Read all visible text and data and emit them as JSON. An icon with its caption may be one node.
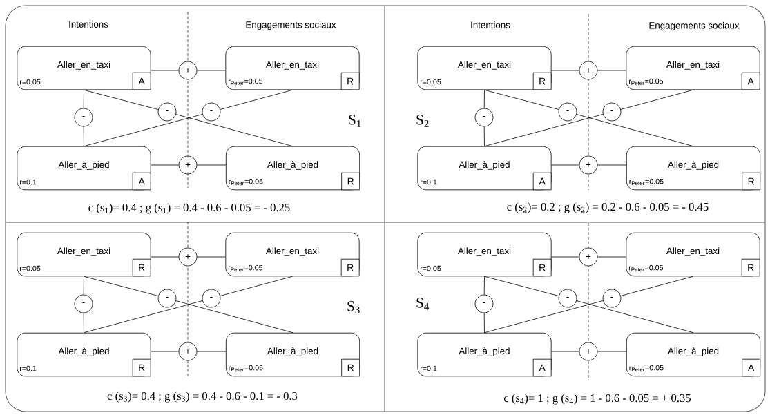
{
  "diagram": {
    "nodes": [
      {
        "text": [
          "Aller_en_taxi",
          "r=0.05"
        ]
      },
      {
        "text": [
          "A"
        ],
        "in": 0
      },
      {
        "text": [
          "Aller_en_taxi",
          "r$_{Peter}$=0.05"
        ]
      },
      {
        "text": [
          "R"
        ],
        "in": 2
      },
      {
        "text": [
          "Aller_à_pied",
          "r=0.1"
        ]
      },
      {
        "text": [
          "A"
        ],
        "in": 4
      },
      {
        "text": [
          "Aller_à_pied",
          "r$_{Peter}$=0.05"
        ]
      },
      {
        "text": [
          "R"
        ],
        "in": 6
      },
      {
        "text": [
          "+"
        ]
      },
      {
        "text": [
          "-"
        ]
      },
      {
        "text": [
          "-"
        ]
      },
      {
        "text": [
          "-"
        ]
      },
      {
        "text": [
          "+"
        ]
      },
      {
        "text": [
          "Aller_en_taxi",
          "r=0.05"
        ]
      },
      {
        "text": [
          "R"
        ],
        "in": 13
      },
      {
        "text": [
          "Aller_en_taxi",
          "r$_{Peter}$=0.05"
        ]
      },
      {
        "text": [
          "A"
        ],
        "in": 15
      },
      {
        "text": [
          "Aller_à_pied",
          "r=0.1"
        ]
      },
      {
        "text": [
          "A"
        ],
        "in": 17
      },
      {
        "text": [
          "Aller_à_pied",
          "r$_{Peter}$=0.05"
        ]
      },
      {
        "text": [
          "R"
        ],
        "in": 19
      },
      {
        "text": [
          "+"
        ]
      },
      {
        "text": [
          "-"
        ]
      },
      {
        "text": [
          "-"
        ]
      },
      {
        "text": [
          "-"
        ]
      },
      {
        "text": [
          "+"
        ]
      },
      {
        "text": [
          "Aller_en_taxi",
          "r=0.05"
        ]
      },
      {
        "text": [
          "R"
        ],
        "in": 26
      },
      {
        "text": [
          "Aller_en_taxi",
          "r$_{Peter}$=0.05"
        ]
      },
      {
        "text": [
          "R"
        ],
        "in": 28
      },
      {
        "text": [
          "Aller_à_pied",
          "r=0.1"
        ]
      },
      {
        "text": [
          "R"
        ],
        "in": 30
      },
      {
        "text": [
          "Aller_à_pied",
          "r$_{Peter}$=0.05"
        ]
      },
      {
        "text": [
          "R"
        ],
        "in": 32
      },
      {
        "text": [
          "+"
        ]
      },
      {
        "text": [
          "-"
        ]
      },
      {
        "text": [
          "-"
        ]
      },
      {
        "text": [
          "-"
        ]
      },
      {
        "text": [
          "+"
        ]
      },
      {
        "text": [
          "Aller_en_taxi",
          "r=0.05"
        ]
      },
      {
        "text": [
          "R"
        ],
        "in": 39
      },
      {
        "text": [
          "Aller_en_taxi",
          "r$_{Peter}$=0.05"
        ]
      },
      {
        "text": [
          "R"
        ],
        "in": 41
      },
      {
        "text": [
          "Aller_à_pied",
          "r=0.1"
        ]
      },
      {
        "text": [
          "A"
        ],
        "in": 43
      },
      {
        "text": [
          "Aller_à_pied",
          "r$_{Peter}$=0.05"
        ]
      },
      {
        "text": [
          "A"
        ],
        "in": 45
      },
      {
        "text": [
          "+"
        ]
      },
      {
        "text": [
          "-"
        ]
      },
      {
        "text": [
          "-"
        ]
      },
      {
        "text": [
          "-"
        ]
      },
      {
        "text": [
          "+"
        ]
      }
    ],
    "edges": [
      {
        "from": 0,
        "to": 8,
        "arrow": "none"
      },
      {
        "from": 8,
        "to": 2,
        "arrow": "none"
      },
      {
        "from": 0,
        "to": 9,
        "arrow": "none"
      },
      {
        "from": 9,
        "to": 4,
        "arrow": "none"
      },
      {
        "from": 0,
        "to": 10,
        "arrow": "none"
      },
      {
        "from": 10,
        "to": 6,
        "arrow": "none"
      },
      {
        "from": 4,
        "to": 11,
        "arrow": "none"
      },
      {
        "from": 11,
        "to": 2,
        "arrow": "none"
      },
      {
        "from": 4,
        "to": 12,
        "arrow": "none"
      },
      {
        "from": 12,
        "to": 6,
        "arrow": "none"
      },
      {
        "from": 13,
        "to": 21,
        "arrow": "none"
      },
      {
        "from": 21,
        "to": 15,
        "arrow": "none"
      },
      {
        "from": 13,
        "to": 22,
        "arrow": "none"
      },
      {
        "from": 22,
        "to": 17,
        "arrow": "none"
      },
      {
        "from": 13,
        "to": 23,
        "arrow": "none"
      },
      {
        "from": 23,
        "to": 19,
        "arrow": "none"
      },
      {
        "from": 17,
        "to": 24,
        "arrow": "none"
      },
      {
        "from": 24,
        "to": 15,
        "arrow": "none"
      },
      {
        "from": 17,
        "to": 25,
        "arrow": "none"
      },
      {
        "from": 25,
        "to": 19,
        "arrow": "none"
      },
      {
        "from": 26,
        "to": 34,
        "arrow": "none"
      },
      {
        "from": 34,
        "to": 28,
        "arrow": "none"
      },
      {
        "from": 26,
        "to": 35,
        "arrow": "none"
      },
      {
        "from": 35,
        "to": 30,
        "arrow": "none"
      },
      {
        "from": 26,
        "to": 36,
        "arrow": "none"
      },
      {
        "from": 36,
        "to": 32,
        "arrow": "none"
      },
      {
        "from": 30,
        "to": 37,
        "arrow": "none"
      },
      {
        "from": 37,
        "to": 28,
        "arrow": "none"
      },
      {
        "from": 30,
        "to": 38,
        "arrow": "none"
      },
      {
        "from": 38,
        "to": 32,
        "arrow": "none"
      },
      {
        "from": 39,
        "to": 47,
        "arrow": "none"
      },
      {
        "from": 47,
        "to": 41,
        "arrow": "none"
      },
      {
        "from": 39,
        "to": 48,
        "arrow": "none"
      },
      {
        "from": 48,
        "to": 43,
        "arrow": "none"
      },
      {
        "from": 39,
        "to": 49,
        "arrow": "none"
      },
      {
        "from": 49,
        "to": 45,
        "arrow": "none"
      },
      {
        "from": 43,
        "to": 50,
        "arrow": "none"
      },
      {
        "from": 50,
        "to": 41,
        "arrow": "none"
      },
      {
        "from": 43,
        "to": 51,
        "arrow": "none"
      },
      {
        "from": 51,
        "to": 45,
        "arrow": "none"
      }
    ],
    "labels": [
      "Intentions",
      "Engagements sociaux",
      "Intentions",
      "Engagements sociaux",
      "S$_{1}$",
      "c (s$_{1}$)= 0.4 ; g (s$_{1}$) = 0.4 - 0.6 - 0.05 = - 0.25",
      "S$_{2}$",
      "c (s$_{2}$)= 0.2 ; g (s$_{2}$) = 0.2 - 0.6 - 0.05 = - 0.45",
      "S$_{3}$",
      "c (s$_{3}$)= 0.4 ; g (s$_{3}$) = 0.4 - 0.6 - 0.1 = - 0.3",
      "S$_{4}$",
      "c (s$_{4}$)= 1 ; g (s$_{4}$) = 1 - 0.6 - 0.05 = + 0.35"
    ]
  }
}
